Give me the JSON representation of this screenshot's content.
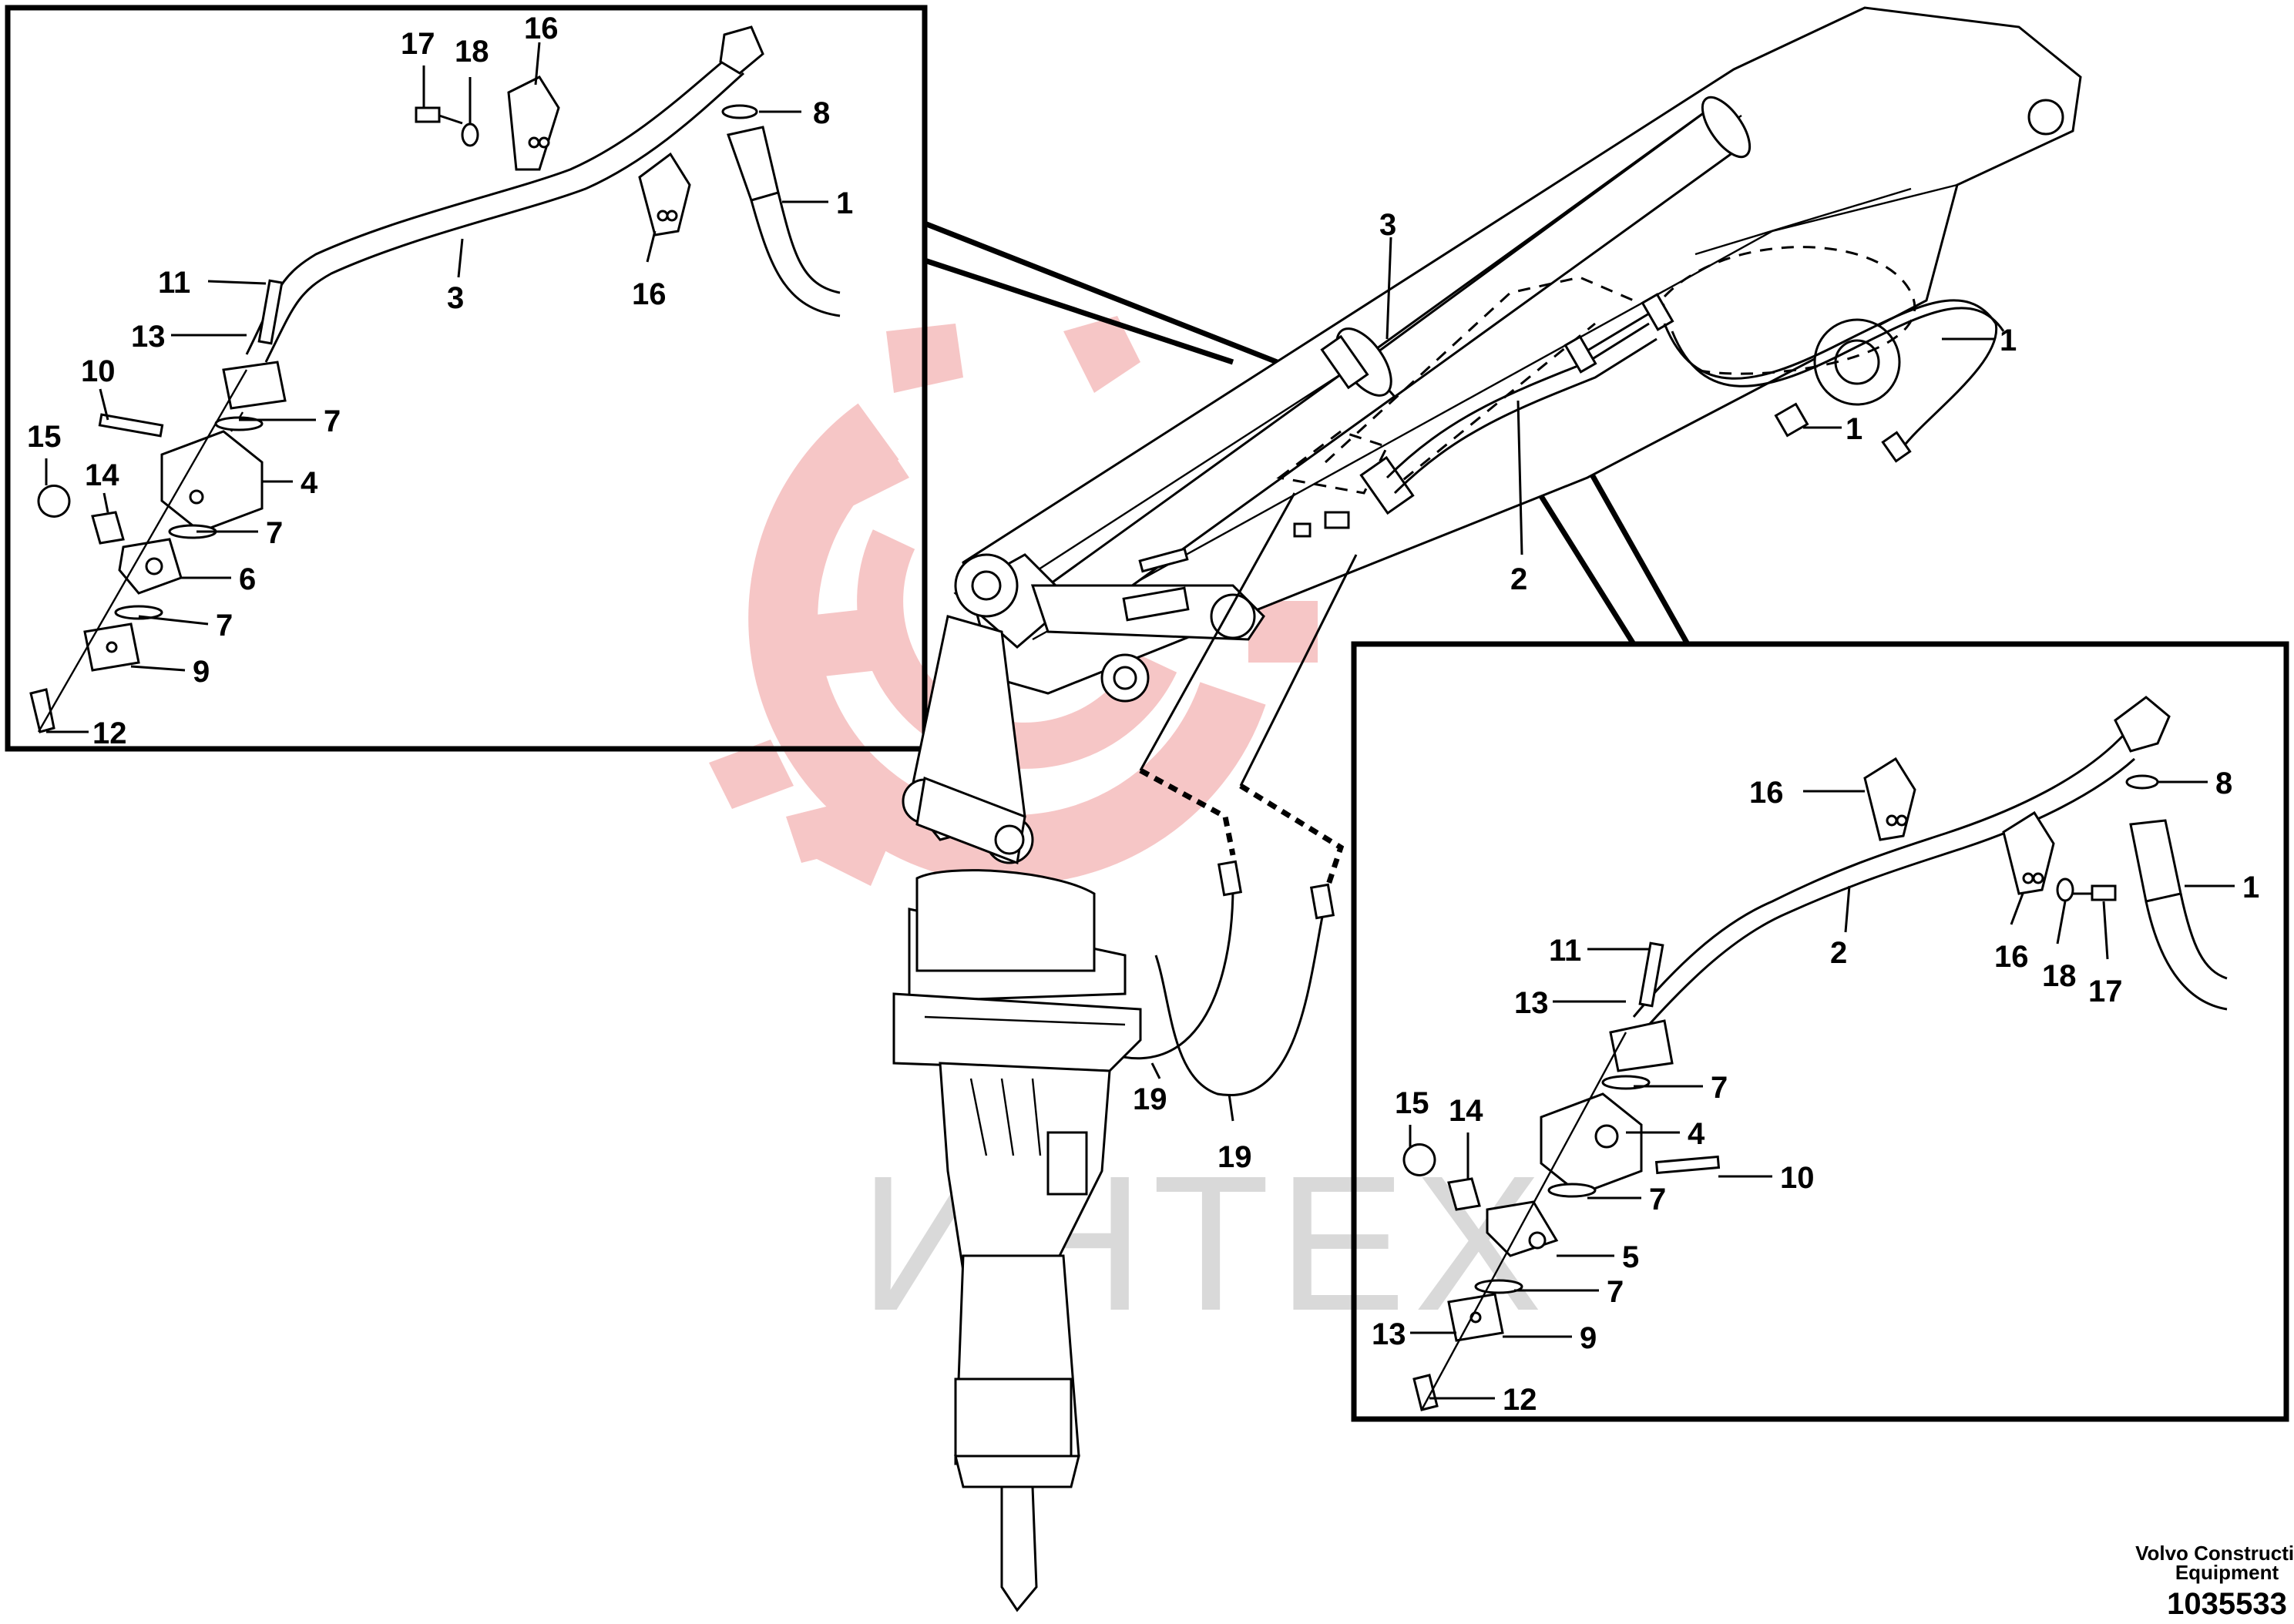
{
  "watermark": {
    "text": "ИНТЕХ",
    "gear_color": "#f6c6c6",
    "text_color": "#d9d9d9"
  },
  "footer": {
    "brand_line1": "Volvo Construction",
    "brand_line2": "Equipment",
    "drawing_number": "1035533"
  },
  "main_labels": {
    "boom_pipe": "3",
    "stick_pipe": "2",
    "hose_right": "1",
    "hose_fitting": "1",
    "hammer_hose_a": "19",
    "hammer_hose_b": "19"
  },
  "left_detail": {
    "title_parts": [
      "17",
      "18",
      "16",
      "8",
      "1",
      "11",
      "3",
      "16",
      "13",
      "10",
      "7",
      "15",
      "14",
      "4",
      "7",
      "6",
      "7",
      "9",
      "12"
    ],
    "items": {
      "p17": "17",
      "p18": "18",
      "p16a": "16",
      "p8": "8",
      "p1": "1",
      "p11": "11",
      "p3": "3",
      "p16b": "16",
      "p13": "13",
      "p10": "10",
      "p7a": "7",
      "p15": "15",
      "p14": "14",
      "p4": "4",
      "p7b": "7",
      "p6": "6",
      "p7c": "7",
      "p9": "9",
      "p12": "12"
    }
  },
  "right_detail": {
    "items": {
      "p16a": "16",
      "p8": "8",
      "p1": "1",
      "p2": "2",
      "p16b": "16",
      "p18": "18",
      "p17": "17",
      "p11": "11",
      "p13a": "13",
      "p7a": "7",
      "p15": "15",
      "p14": "14",
      "p4": "4",
      "p10": "10",
      "p7b": "7",
      "p5": "5",
      "p7c": "7",
      "p13b": "13",
      "p9": "9",
      "p12": "12"
    }
  }
}
